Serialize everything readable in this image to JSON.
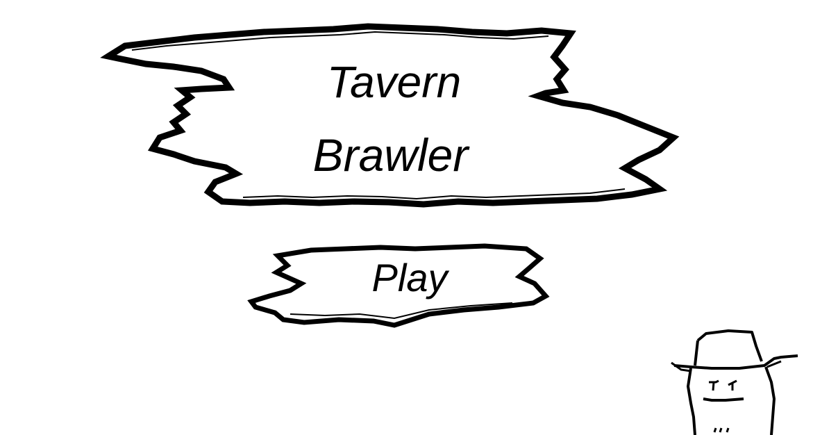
{
  "game": {
    "title_line_1": "Tavern",
    "title_line_2": "Brawler"
  },
  "menu": {
    "play_label": "Play"
  },
  "colors": {
    "background": "#ffffff",
    "ink": "#000000"
  },
  "icons": {
    "title_frame": "jagged-scroll-frame",
    "play_frame": "jagged-scroll-frame",
    "character": "brawler-with-hat"
  }
}
